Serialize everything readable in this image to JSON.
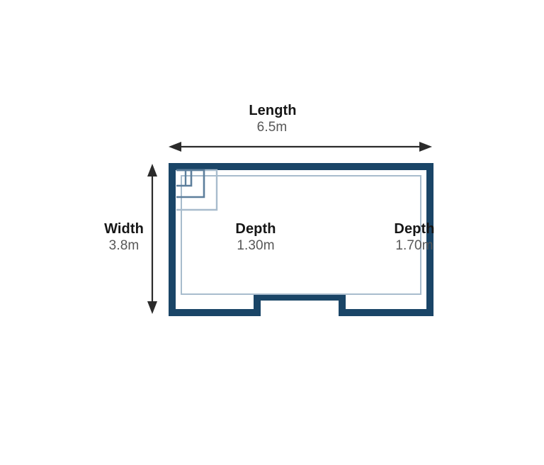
{
  "diagram": {
    "type": "pool-plan-view",
    "title_semantic": "swimming pool dimension diagram",
    "colors": {
      "wall": "#1a4567",
      "wall_shadow": "#143c5c",
      "water_outline": "#a8bccd",
      "step_outline": "#5d7f9c",
      "background": "#ffffff",
      "label_title": "#161616",
      "label_value": "#575757",
      "arrow": "#2b2b2b"
    },
    "length": {
      "title": "Length",
      "value": "6.5m"
    },
    "width": {
      "title": "Width",
      "value": "3.8m"
    },
    "depth_shallow": {
      "title": "Depth",
      "value": "1.30m"
    },
    "depth_deep": {
      "title": "Depth",
      "value": "1.70m"
    },
    "features": {
      "corner_steps": "top-left nested corner steps",
      "bottom_notch": "rectangular bump-out on bottom wall"
    }
  }
}
